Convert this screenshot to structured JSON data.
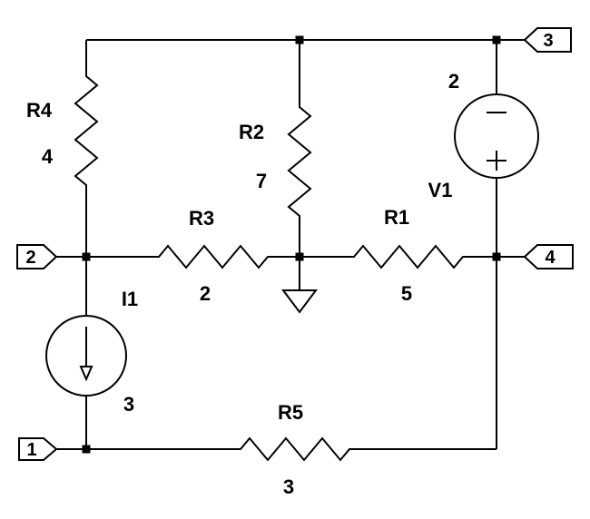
{
  "colors": {
    "wire": "#000000",
    "background": "#ffffff",
    "text": "#000000"
  },
  "components": {
    "R1": {
      "label": "R1",
      "value": "5"
    },
    "R2": {
      "label": "R2",
      "value": "7"
    },
    "R3": {
      "label": "R3",
      "value": "2"
    },
    "R4": {
      "label": "R4",
      "value": "4"
    },
    "R5": {
      "label": "R5",
      "value": "3"
    },
    "V1": {
      "label": "V1",
      "value": "2"
    },
    "I1": {
      "label": "I1",
      "value": "3"
    }
  },
  "nodes": {
    "node1": {
      "label": "1"
    },
    "node2": {
      "label": "2"
    },
    "node3": {
      "label": "3"
    },
    "node4": {
      "label": "4"
    }
  }
}
